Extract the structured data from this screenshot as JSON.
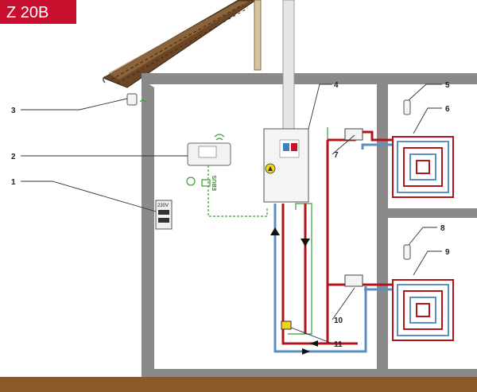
{
  "badge": {
    "label": "Z 20B",
    "color": "#c8102e"
  },
  "callouts": [
    "1",
    "2",
    "3",
    "4",
    "5",
    "6",
    "7",
    "8",
    "9",
    "10",
    "11"
  ],
  "labels": {
    "ebus": "EBUS",
    "power": "230V"
  },
  "colors": {
    "wall": "#8a8a8a",
    "wall_dark": "#6e6e6e",
    "floor": "#8b5a2b",
    "flow": "#b0151c",
    "return": "#5f8fc0",
    "bus": "#3a9b3a",
    "roof": "#5b3a1e"
  }
}
